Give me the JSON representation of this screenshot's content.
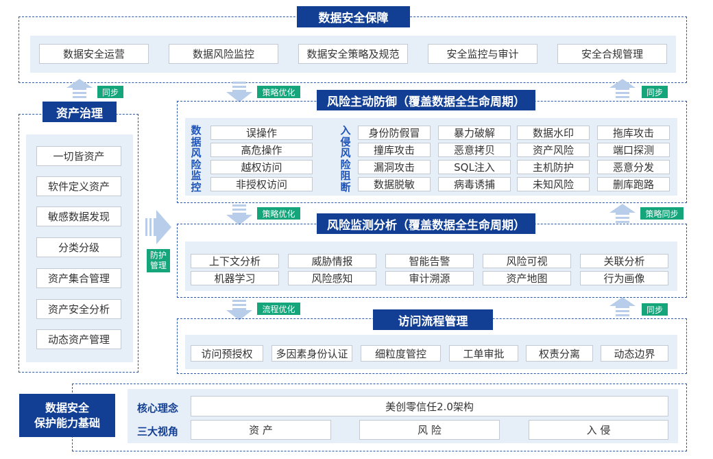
{
  "top": {
    "title": "数据安全保障",
    "items": [
      "数据安全运营",
      "数据风险监控",
      "数据安全策略及规范",
      "安全监控与审计",
      "安全合规管理"
    ]
  },
  "asset": {
    "title": "资产治理",
    "items": [
      "一切皆资产",
      "软件定义资产",
      "敏感数据发现",
      "分类分级",
      "资产集合管理",
      "资产安全分析",
      "动态资产管理"
    ]
  },
  "protect_tag": [
    "防护",
    "管理"
  ],
  "defense": {
    "title": "风险主动防御（覆盖数据全生命周期）",
    "left_label": [
      "数",
      "据",
      "风",
      "险",
      "监",
      "控"
    ],
    "left_items": [
      "误操作",
      "高危操作",
      "越权访问",
      "非授权访问"
    ],
    "right_label": [
      "入",
      "侵",
      "风",
      "险",
      "阻",
      "断"
    ],
    "grid": [
      [
        "身份防假冒",
        "暴力破解",
        "数据水印",
        "拖库攻击"
      ],
      [
        "撞库攻击",
        "恶意拷贝",
        "资产风险",
        "端口探测"
      ],
      [
        "漏洞攻击",
        "SQL注入",
        "主机防护",
        "恶意分发"
      ],
      [
        "数据脱敏",
        "病毒诱捕",
        "未知风险",
        "删库跑路"
      ]
    ]
  },
  "monitor": {
    "title": "风险监测分析（覆盖数据全生命周期）",
    "grid": [
      [
        "上下文分析",
        "威胁情报",
        "智能告警",
        "风险可视",
        "关联分析"
      ],
      [
        "机器学习",
        "风险感知",
        "审计溯源",
        "资产地图",
        "行为画像"
      ]
    ]
  },
  "access": {
    "title": "访问流程管理",
    "items": [
      "访问预授权",
      "多因素身份认证",
      "细粒度管控",
      "工单审批",
      "权责分离",
      "动态边界"
    ]
  },
  "foundation": {
    "title_lines": [
      "数据安全",
      "保护能力基础"
    ],
    "core_label": "核心理念",
    "core_value": "美创零信任2.0架构",
    "views_label": "三大视角",
    "views": [
      "资 产",
      "风 险",
      "入 侵"
    ]
  },
  "tags": {
    "sync_top_left": "同步",
    "strategy_opt_1": "策略优化",
    "sync_top_right": "同步",
    "strategy_opt_2": "策略优化",
    "strategy_sync": "策略同步",
    "flow_opt": "流程优化",
    "sync_bottom_right": "同步"
  },
  "colors": {
    "navy": "#123f93",
    "panel": "#e6eef8",
    "green": "#15a57a",
    "arrow": "#b8cde9"
  }
}
